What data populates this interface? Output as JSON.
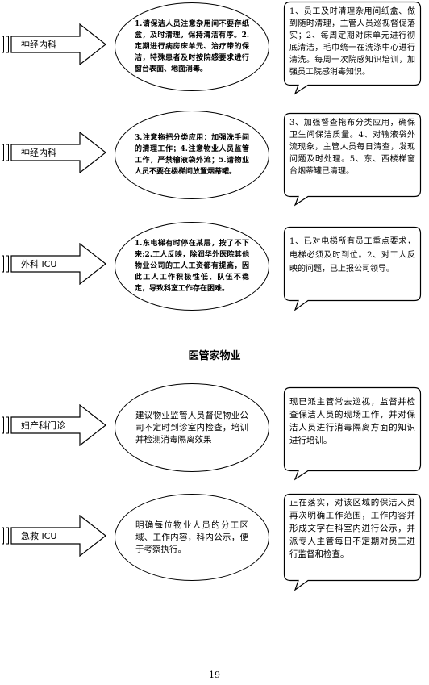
{
  "rows": [
    {
      "dept": "神经内科",
      "problem": "1.请保洁人员注意杂用间不要存纸盒，及时清理，保持清洁有序。2.定期进行病房床单元、治疗带的保洁，特殊患者及时按院感要求进行窗台表面、地面消毒。",
      "response": "1、员工及时清理杂用间纸盒、做到随时清理，主管人员巡视督促落实；2、每周定期对床单元进行彻底清洁，毛巾统一在洗涤中心进行清洗。每周一次院感知识培训，加强员工院感消毒知识。"
    },
    {
      "dept": "神经内科",
      "problem": "3.注意拖把分类应用：加强洗手间的清理工作；4.注意物业人员监管工作，严禁输液袋外流；5.请物业人员不要在楼梯间放置烟蒂罐。",
      "response": "3、加强督查拖布分类应用，确保卫生间保洁质量。4、对输液袋外流现象，主管人员每日清查，发现问题及时处理。5、东、西楼梯窗台烟蒂罐已清理。"
    },
    {
      "dept": "外科 ICU",
      "problem": "1.东电梯有时停在某层，按了不下来;2.工人反映，除润华外医院其他物业公司的工人工资都有提高，因此工人工作积极性低、队伍不稳定，导致科室工作存在困难。",
      "response": "1、已对电梯所有员工重点要求，电梯必须及时到位。2、对工人反映的问题，已上报公司领导。"
    }
  ],
  "section_title": "医管家物业",
  "rows2": [
    {
      "dept": "妇产科门诊",
      "problem": "建议物业监管人员督促物业公司不定时到诊室内检查，培训并检测消毒隔离效果",
      "response": "现已派主管常去巡视，监督并检查保洁人员的现场工作，并对保洁人员进行消毒隔离方面的知识进行培训。"
    },
    {
      "dept": "急救 ICU",
      "problem": "明确每位物业人员的分工区域、工作内容，科内公示，便于考察执行。",
      "response": "正在落实，对该区域的保洁人员再次明确工作范围，工作内容并形成文字在科室内进行公示，并派专人主管每日不定期对员工进行监督和检查。"
    }
  ],
  "page_number": "19"
}
